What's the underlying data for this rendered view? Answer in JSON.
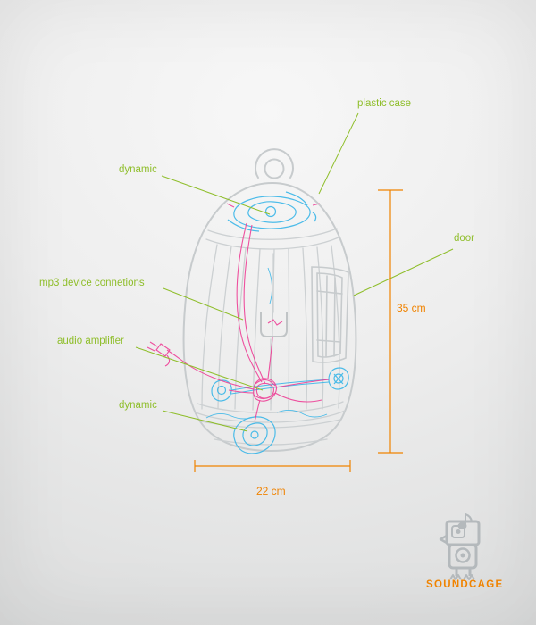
{
  "labels": {
    "plastic_case": "plastic case",
    "dynamic_top": "dynamic",
    "mp3_connections": "mp3 device connetions",
    "audio_amplifier": "audio amplifier",
    "dynamic_bottom": "dynamic",
    "door": "door"
  },
  "measurements": {
    "height": "35 cm",
    "width": "22 cm"
  },
  "brand": {
    "name": "SOUNDCAGE"
  },
  "icons": {
    "logo": "bird-robot-speaker-logo",
    "note": "music-note-icon"
  },
  "colors": {
    "label_green": "#8fbe2b",
    "accent_orange": "#f08300",
    "sketch_blue": "#3ab6e8",
    "sketch_pink": "#ee3f96",
    "cage_gray": "#c7cbcd",
    "cage_detail_gray": "#ccd0d2",
    "logo_gray": "#b4b9bc"
  }
}
